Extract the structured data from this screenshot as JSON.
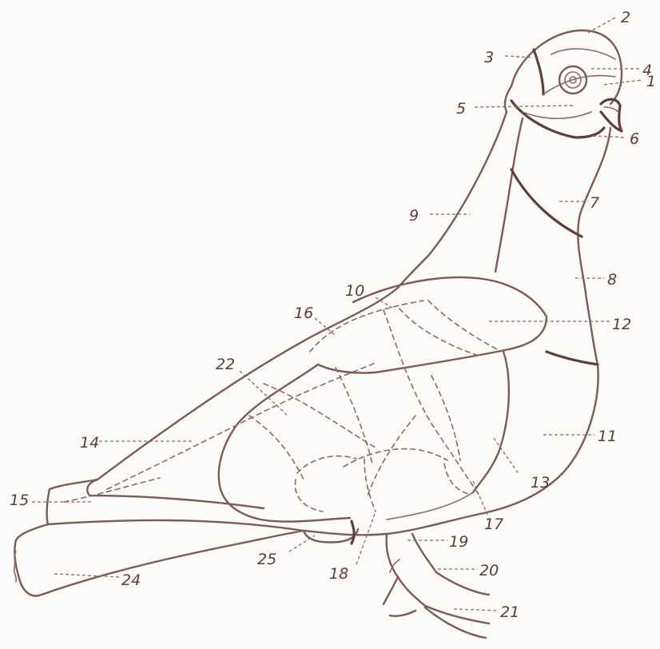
{
  "diagram": {
    "labels": [
      "1",
      "2",
      "3",
      "4",
      "5",
      "6",
      "7",
      "8",
      "9",
      "10",
      "11",
      "12",
      "13",
      "14",
      "15",
      "16",
      "17",
      "18",
      "19",
      "20",
      "21",
      "22",
      "24",
      "25"
    ]
  }
}
